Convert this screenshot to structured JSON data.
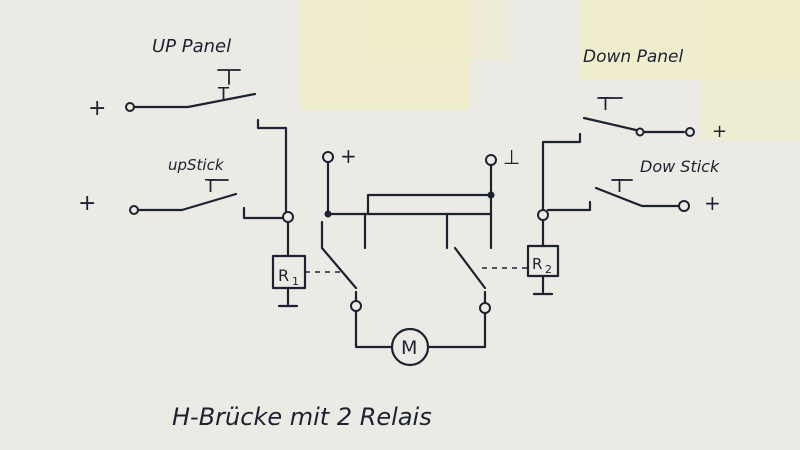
{
  "labels": {
    "up_panel": "UP Panel",
    "up_stick": "upStick",
    "down_panel": "Down Panel",
    "down_stick": "Dow Stick",
    "title": "H-Brücke mit 2 Relais"
  },
  "symbols": {
    "plus": "+",
    "ground": "⊥",
    "switch_T": "T",
    "relay1": "R",
    "relay1_sub": "1",
    "relay2": "R",
    "relay2_sub": "2",
    "motor": "M"
  },
  "colors": {
    "ink": "#1d2230",
    "paper": "#ebeae4",
    "sticky": "#f1ecca"
  }
}
